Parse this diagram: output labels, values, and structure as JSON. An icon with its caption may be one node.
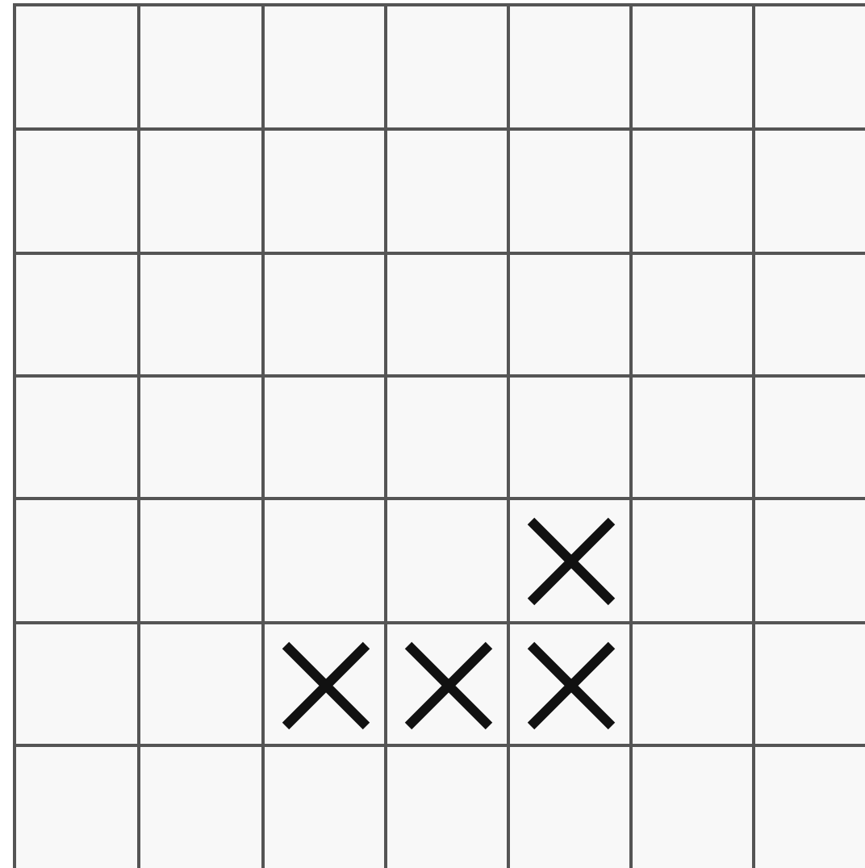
{
  "diagram": {
    "nodes": [
      {
        "text": [],
        "shape": "box"
      },
      {
        "text": [],
        "shape": "box"
      },
      {
        "text": [],
        "shape": "box"
      },
      {
        "text": [],
        "shape": "box"
      },
      {
        "text": [],
        "shape": "box"
      },
      {
        "text": [],
        "shape": "box"
      },
      {
        "text": [],
        "shape": "box"
      },
      {
        "text": [],
        "shape": "box"
      },
      {
        "text": [],
        "shape": "box"
      },
      {
        "text": [],
        "shape": "box"
      },
      {
        "text": [],
        "shape": "box"
      },
      {
        "text": [],
        "shape": "box"
      },
      {
        "text": [],
        "shape": "box"
      },
      {
        "text": [],
        "shape": "box"
      },
      {
        "text": [],
        "shape": "box"
      },
      {
        "text": [],
        "shape": "box"
      },
      {
        "text": [],
        "shape": "box"
      },
      {
        "text": [],
        "shape": "box"
      },
      {
        "text": [],
        "shape": "box"
      },
      {
        "text": [],
        "shape": "box"
      },
      {
        "text": [],
        "shape": "box"
      },
      {
        "text": [],
        "shape": "box"
      },
      {
        "text": [],
        "shape": "box"
      },
      {
        "text": [],
        "shape": "box"
      },
      {
        "text": [],
        "shape": "box"
      },
      {
        "text": [],
        "shape": "box"
      },
      {
        "text": [],
        "shape": "box"
      },
      {
        "text": [],
        "shape": "box"
      },
      {
        "text": [],
        "shape": "box"
      },
      {
        "text": [],
        "shape": "box"
      },
      {
        "text": [],
        "shape": "box"
      },
      {
        "text": [],
        "shape": "box"
      },
      {
        "text": [],
        "shape": "box"
      },
      {
        "text": [],
        "shape": "box"
      },
      {
        "text": [],
        "shape": "box"
      },
      {
        "text": [],
        "shape": "box"
      },
      {
        "text": [],
        "shape": "box"
      },
      {
        "text": [],
        "shape": "box"
      },
      {
        "text": [],
        "shape": "box"
      },
      {
        "text": [],
        "shape": "box"
      },
      {
        "text": [],
        "shape": "box"
      },
      {
        "text": [],
        "shape": "box"
      },
      {
        "text": [],
        "shape": "box"
      },
      {
        "text": [],
        "shape": "box"
      },
      {
        "text": [],
        "shape": "box"
      },
      {
        "text": [],
        "shape": "box"
      },
      {
        "text": [],
        "shape": "box"
      },
      {
        "text": [],
        "shape": "box"
      },
      {
        "text": [],
        "shape": "box"
      },
      {
        "text": [],
        "shape": "cross",
        "in": 32
      },
      {
        "text": [],
        "shape": "cross",
        "in": 37
      },
      {
        "text": [],
        "shape": "cross",
        "in": 38
      },
      {
        "text": [],
        "shape": "cross",
        "in": 39
      }
    ]
  }
}
